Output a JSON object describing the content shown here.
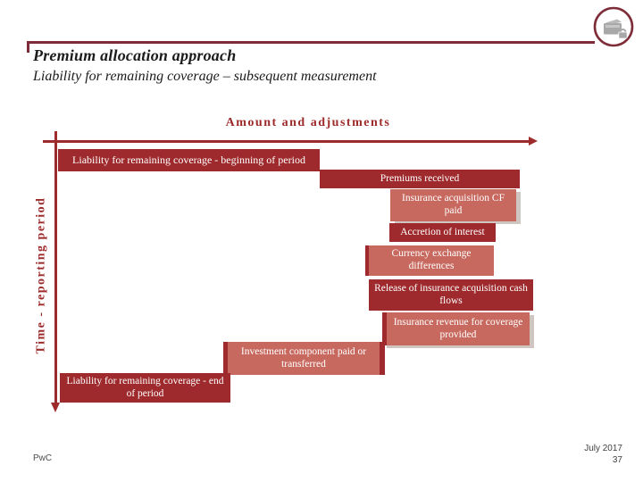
{
  "slide": {
    "title": "Premium allocation approach",
    "subtitle": "Liability for remaining coverage – subsequent measurement"
  },
  "diagram": {
    "x_axis_label": "Amount and adjustments",
    "y_axis_label": "Time - reporting period",
    "boxes": [
      {
        "label": "Liability for remaining coverage - beginning of period",
        "tone": "dark"
      },
      {
        "label": "Premiums received",
        "tone": "dark"
      },
      {
        "label": "Insurance acquisition CF paid",
        "tone": "light"
      },
      {
        "label": "Accretion of interest",
        "tone": "dark"
      },
      {
        "label": "Currency exchange differences",
        "tone": "light"
      },
      {
        "label": "Release of insurance acquisition cash flows",
        "tone": "dark"
      },
      {
        "label": "Insurance revenue for coverage provided",
        "tone": "light"
      },
      {
        "label": "Investment component paid or transferred",
        "tone": "light"
      },
      {
        "label": "Liability for remaining coverage - end of period",
        "tone": "dark"
      }
    ]
  },
  "footer": {
    "brand": "PwC",
    "date": "July 2017",
    "page_number": "37"
  },
  "colors": {
    "dark_red": "#9e2a2d",
    "light_red": "#c8695f",
    "maroon": "#7d2c38",
    "axis_red": "#9e2b2b",
    "icon_gray": "#a8a8a8"
  }
}
